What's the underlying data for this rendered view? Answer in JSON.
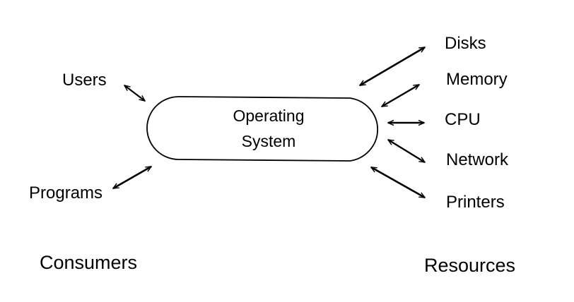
{
  "diagram": {
    "center": {
      "line1": "Operating",
      "line2": "System"
    },
    "consumers": {
      "heading": "Consumers",
      "items": [
        "Users",
        "Programs"
      ]
    },
    "resources": {
      "heading": "Resources",
      "items": [
        "Disks",
        "Memory",
        "CPU",
        "Network",
        "Printers"
      ]
    },
    "colors": {
      "stroke": "#000000",
      "background": "#ffffff"
    }
  }
}
